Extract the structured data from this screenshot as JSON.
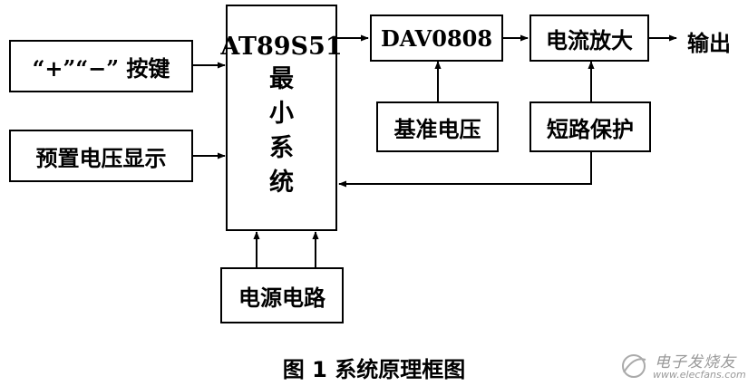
{
  "blocks": {
    "keys": "“+”“−” 按键",
    "preset_display": "预置电压显示",
    "mcu_chip": "AT89S51",
    "mcu_chars": [
      "最",
      "小",
      "系",
      "统"
    ],
    "dac": "DAV0808",
    "reference": "基准电压",
    "amplifier": "电流放大",
    "output": "输出",
    "protection": "短路保护",
    "power": "电源电路"
  },
  "caption": "图 1  系统原理框图",
  "watermark": {
    "text": "电子发烧友",
    "url": "www.elecfans.com"
  }
}
